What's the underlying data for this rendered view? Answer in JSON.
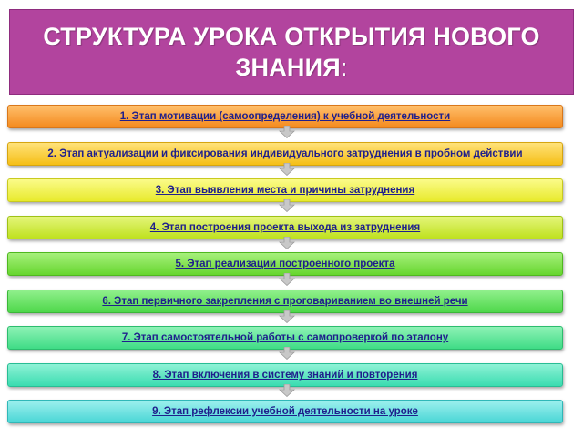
{
  "header": {
    "title": "СТРУКТУРА УРОКА ОТКРЫТИЯ НОВОГО ЗНАНИЯ",
    "title_suffix": ":"
  },
  "steps": [
    {
      "label": "1. Этап мотивации (самоопределения) к учебной деятельности",
      "color_top": "#ffbf6b",
      "color_bottom": "#f48a1e",
      "border": "#d9771a"
    },
    {
      "label": "2. Этап актуализации и фиксирования индивидуального затруднения в пробном действии",
      "color_top": "#ffe27a",
      "color_bottom": "#f5bf16",
      "border": "#d6a510"
    },
    {
      "label": "3. Этап выявления места и причины затруднения",
      "color_top": "#fbfb8a",
      "color_bottom": "#e8ea2c",
      "border": "#c8ca20"
    },
    {
      "label": "4. Этап построения проекта выхода из затруднения",
      "color_top": "#e4f57a",
      "color_bottom": "#bfe11e",
      "border": "#9fc216"
    },
    {
      "label": "5. Этап реализации построенного проекта",
      "color_top": "#a6f07c",
      "color_bottom": "#66d62e",
      "border": "#4fb820"
    },
    {
      "label": "6. Этап первичного закрепления с проговариванием во внешней речи",
      "color_top": "#90f08c",
      "color_bottom": "#4ed84a",
      "border": "#3ab838"
    },
    {
      "label": "7. Этап самостоятельной работы с самопроверкой по эталону",
      "color_top": "#8ff2b6",
      "color_bottom": "#3fdc86",
      "border": "#2cbd6e"
    },
    {
      "label": "8. Этап включения в систему знаний и повторения",
      "color_top": "#8ff2d6",
      "color_bottom": "#3adcb0",
      "border": "#28bd94"
    },
    {
      "label": "9. Этап рефлексии учебной деятельности на уроке",
      "color_top": "#9df0ee",
      "color_bottom": "#4ad6d6",
      "border": "#30b8b8"
    }
  ],
  "colors": {
    "header_bg": "#b2449e",
    "step_text": "#1f1f8c",
    "arrow": "#c8c8c8"
  },
  "icons": [
    "down-arrow-icon"
  ]
}
